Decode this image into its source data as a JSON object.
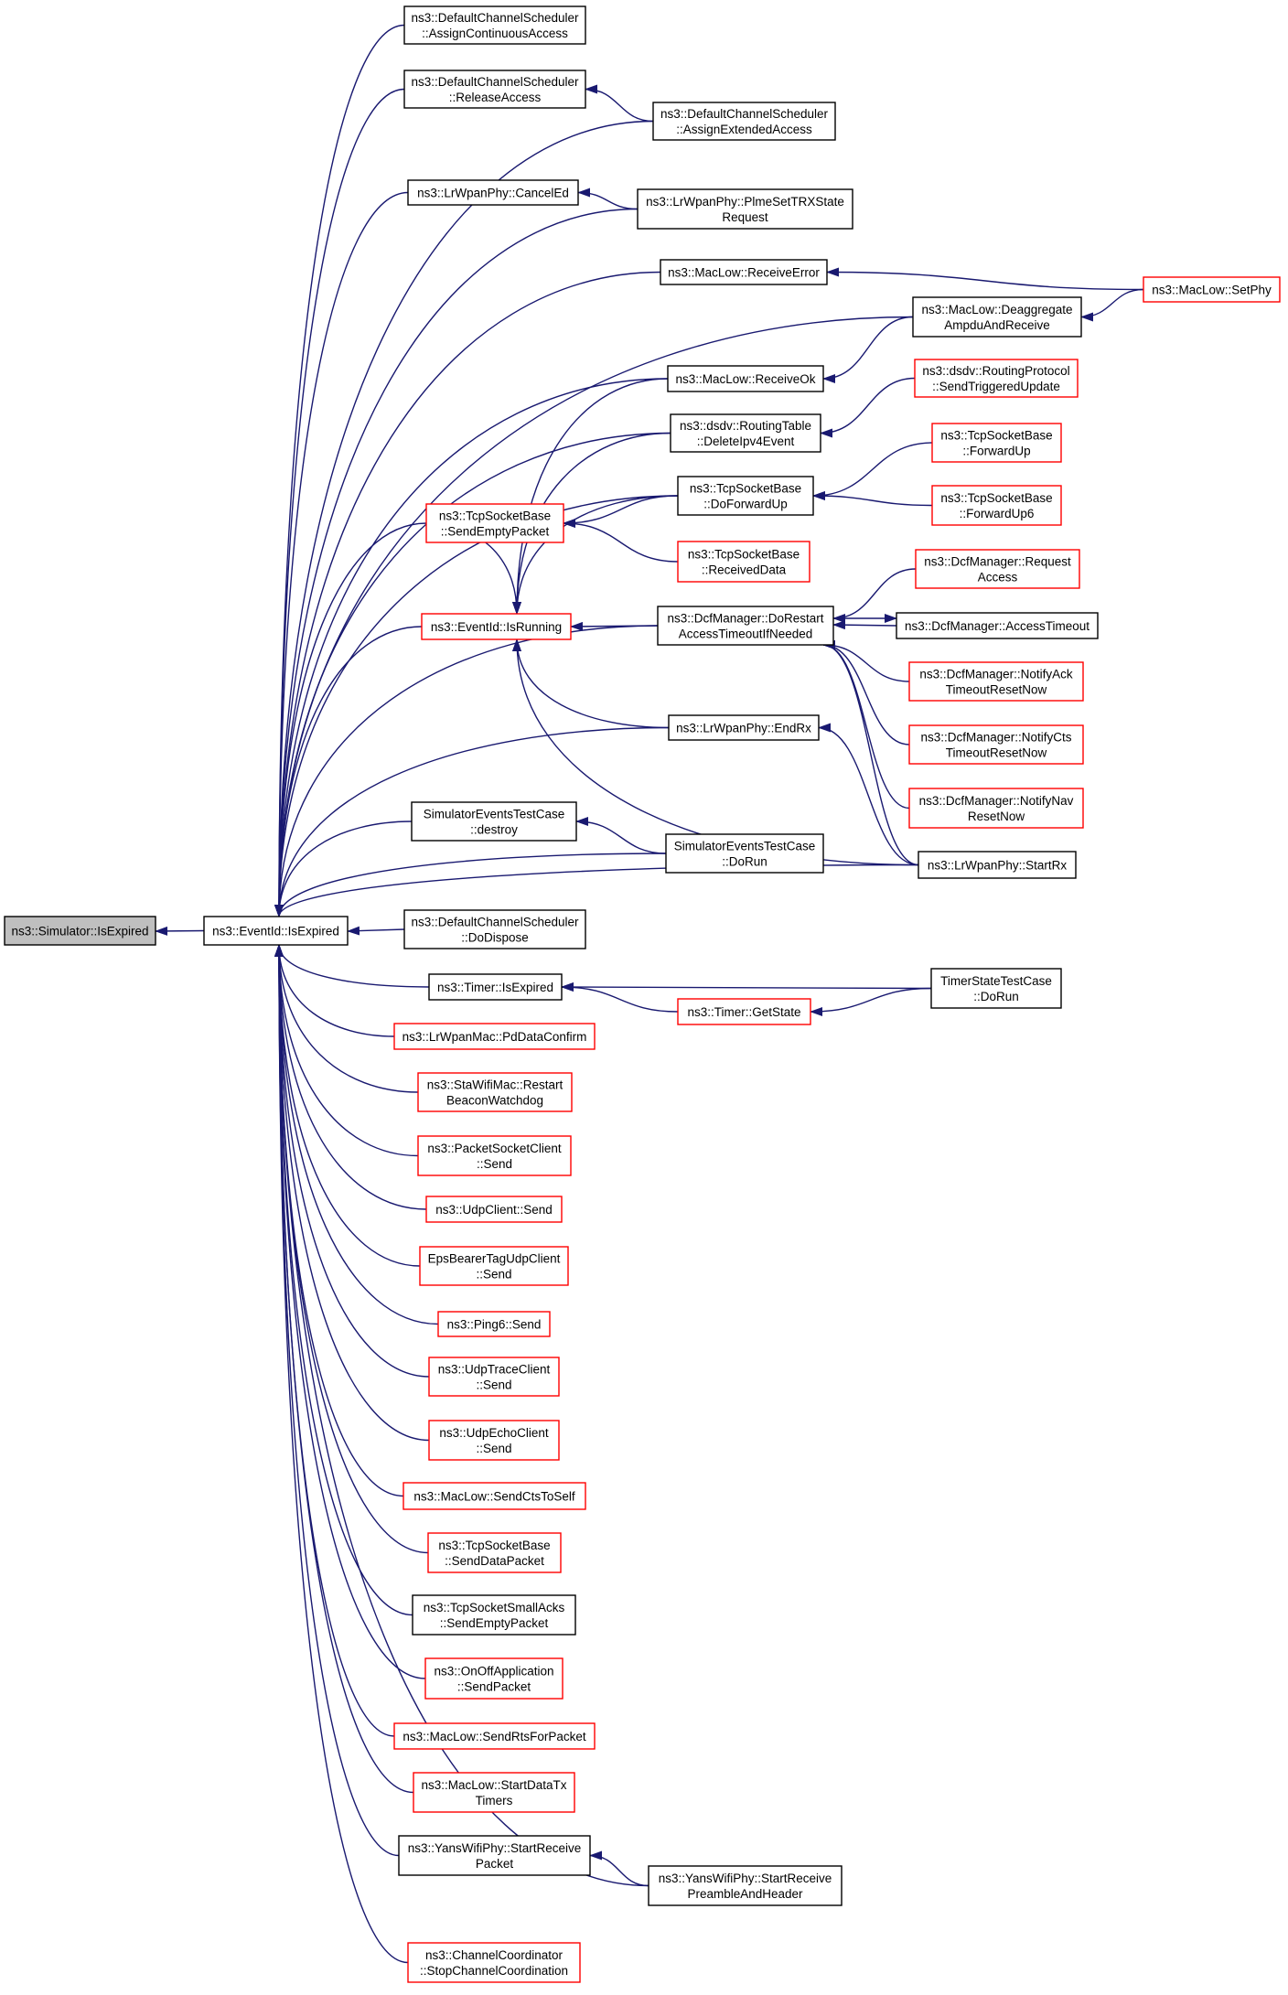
{
  "colors": {
    "edge": "#191970",
    "border_default": "#000000",
    "border_truncated": "#ff0000",
    "root_fill": "#bfbfbf"
  },
  "nodes": [
    {
      "id": "root",
      "lines": [
        "ns3::Simulator::IsExpired"
      ],
      "style": "root"
    },
    {
      "id": "eventid-isexpired",
      "lines": [
        "ns3::EventId::IsExpired"
      ],
      "style": "plain"
    },
    {
      "id": "dcs-assigncontinuous",
      "lines": [
        "ns3::DefaultChannelScheduler",
        "::AssignContinuousAccess"
      ],
      "style": "plain"
    },
    {
      "id": "dcs-releaseaccess",
      "lines": [
        "ns3::DefaultChannelScheduler",
        "::ReleaseAccess"
      ],
      "style": "plain"
    },
    {
      "id": "dcs-assignextended",
      "lines": [
        "ns3::DefaultChannelScheduler",
        "::AssignExtendedAccess"
      ],
      "style": "plain"
    },
    {
      "id": "lrwpan-canceled",
      "lines": [
        "ns3::LrWpanPhy::CancelEd"
      ],
      "style": "plain"
    },
    {
      "id": "lrwpan-plmeset",
      "lines": [
        "ns3::LrWpanPhy::PlmeSetTRXState",
        "Request"
      ],
      "style": "plain"
    },
    {
      "id": "maclow-receiveerror",
      "lines": [
        "ns3::MacLow::ReceiveError"
      ],
      "style": "plain"
    },
    {
      "id": "maclow-setphy",
      "lines": [
        "ns3::MacLow::SetPhy"
      ],
      "style": "red"
    },
    {
      "id": "maclow-deaggregate",
      "lines": [
        "ns3::MacLow::Deaggregate",
        "AmpduAndReceive"
      ],
      "style": "plain"
    },
    {
      "id": "maclow-receiveok",
      "lines": [
        "ns3::MacLow::ReceiveOk"
      ],
      "style": "plain"
    },
    {
      "id": "dsdv-sendtriggered",
      "lines": [
        "ns3::dsdv::RoutingProtocol",
        "::SendTriggeredUpdate"
      ],
      "style": "red"
    },
    {
      "id": "dsdv-deleteipv4",
      "lines": [
        "ns3::dsdv::RoutingTable",
        "::DeleteIpv4Event"
      ],
      "style": "plain"
    },
    {
      "id": "tcp-forwardup",
      "lines": [
        "ns3::TcpSocketBase",
        "::ForwardUp"
      ],
      "style": "red"
    },
    {
      "id": "tcp-sendempty",
      "lines": [
        "ns3::TcpSocketBase",
        "::SendEmptyPacket"
      ],
      "style": "red"
    },
    {
      "id": "tcp-doforwardup",
      "lines": [
        "ns3::TcpSocketBase",
        "::DoForwardUp"
      ],
      "style": "plain"
    },
    {
      "id": "tcp-forwardup6",
      "lines": [
        "ns3::TcpSocketBase",
        "::ForwardUp6"
      ],
      "style": "red"
    },
    {
      "id": "tcp-receiveddata",
      "lines": [
        "ns3::TcpSocketBase",
        "::ReceivedData"
      ],
      "style": "red"
    },
    {
      "id": "dcf-requestaccess",
      "lines": [
        "ns3::DcfManager::Request",
        "Access"
      ],
      "style": "red"
    },
    {
      "id": "eventid-isrunning",
      "lines": [
        "ns3::EventId::IsRunning"
      ],
      "style": "red"
    },
    {
      "id": "dcf-dorestart",
      "lines": [
        "ns3::DcfManager::DoRestart",
        "AccessTimeoutIfNeeded"
      ],
      "style": "plain"
    },
    {
      "id": "dcf-accesstimeout",
      "lines": [
        "ns3::DcfManager::AccessTimeout"
      ],
      "style": "plain"
    },
    {
      "id": "dcf-notifyack",
      "lines": [
        "ns3::DcfManager::NotifyAck",
        "TimeoutResetNow"
      ],
      "style": "red"
    },
    {
      "id": "lrwpan-endrx",
      "lines": [
        "ns3::LrWpanPhy::EndRx"
      ],
      "style": "plain"
    },
    {
      "id": "dcf-notifycts",
      "lines": [
        "ns3::DcfManager::NotifyCts",
        "TimeoutResetNow"
      ],
      "style": "red"
    },
    {
      "id": "simtest-destroy",
      "lines": [
        "SimulatorEventsTestCase",
        "::destroy"
      ],
      "style": "plain"
    },
    {
      "id": "dcf-notifynav",
      "lines": [
        "ns3::DcfManager::NotifyNav",
        "ResetNow"
      ],
      "style": "red"
    },
    {
      "id": "simtest-dorun",
      "lines": [
        "SimulatorEventsTestCase",
        "::DoRun"
      ],
      "style": "plain"
    },
    {
      "id": "lrwpan-startrx",
      "lines": [
        "ns3::LrWpanPhy::StartRx"
      ],
      "style": "plain"
    },
    {
      "id": "dcs-dodispose",
      "lines": [
        "ns3::DefaultChannelScheduler",
        "::DoDispose"
      ],
      "style": "plain"
    },
    {
      "id": "timer-isexpired",
      "lines": [
        "ns3::Timer::IsExpired"
      ],
      "style": "plain"
    },
    {
      "id": "timerstate-dorun",
      "lines": [
        "TimerStateTestCase",
        "::DoRun"
      ],
      "style": "plain"
    },
    {
      "id": "timer-getstate",
      "lines": [
        "ns3::Timer::GetState"
      ],
      "style": "red"
    },
    {
      "id": "lrwpanmac-pddata",
      "lines": [
        "ns3::LrWpanMac::PdDataConfirm"
      ],
      "style": "red"
    },
    {
      "id": "stawifi-restart",
      "lines": [
        "ns3::StaWifiMac::Restart",
        "BeaconWatchdog"
      ],
      "style": "red"
    },
    {
      "id": "packetsocket-send",
      "lines": [
        "ns3::PacketSocketClient",
        "::Send"
      ],
      "style": "red"
    },
    {
      "id": "udpclient-send",
      "lines": [
        "ns3::UdpClient::Send"
      ],
      "style": "red"
    },
    {
      "id": "epsbearer-send",
      "lines": [
        "EpsBearerTagUdpClient",
        "::Send"
      ],
      "style": "red"
    },
    {
      "id": "ping6-send",
      "lines": [
        "ns3::Ping6::Send"
      ],
      "style": "red"
    },
    {
      "id": "udptrace-send",
      "lines": [
        "ns3::UdpTraceClient",
        "::Send"
      ],
      "style": "red"
    },
    {
      "id": "udpecho-send",
      "lines": [
        "ns3::UdpEchoClient",
        "::Send"
      ],
      "style": "red"
    },
    {
      "id": "maclow-sendcts",
      "lines": [
        "ns3::MacLow::SendCtsToSelf"
      ],
      "style": "red"
    },
    {
      "id": "tcp-senddata",
      "lines": [
        "ns3::TcpSocketBase",
        "::SendDataPacket"
      ],
      "style": "red"
    },
    {
      "id": "tcpsmall-sendempty",
      "lines": [
        "ns3::TcpSocketSmallAcks",
        "::SendEmptyPacket"
      ],
      "style": "plain"
    },
    {
      "id": "onoff-sendpacket",
      "lines": [
        "ns3::OnOffApplication",
        "::SendPacket"
      ],
      "style": "red"
    },
    {
      "id": "maclow-sendrts",
      "lines": [
        "ns3::MacLow::SendRtsForPacket"
      ],
      "style": "red"
    },
    {
      "id": "maclow-startdatatx",
      "lines": [
        "ns3::MacLow::StartDataTx",
        "Timers"
      ],
      "style": "red"
    },
    {
      "id": "yans-startreceivepacket",
      "lines": [
        "ns3::YansWifiPhy::StartReceive",
        "Packet"
      ],
      "style": "plain"
    },
    {
      "id": "yans-startreceivepreamble",
      "lines": [
        "ns3::YansWifiPhy::StartReceive",
        "PreambleAndHeader"
      ],
      "style": "plain"
    },
    {
      "id": "chcoord-stop",
      "lines": [
        "ns3::ChannelCoordinator",
        "::StopChannelCoordination"
      ],
      "style": "red"
    }
  ],
  "edges": [
    {
      "from": "eventid-isexpired",
      "to": "root"
    },
    {
      "from": "dcs-assigncontinuous",
      "to": "eventid-isexpired"
    },
    {
      "from": "dcs-releaseaccess",
      "to": "eventid-isexpired"
    },
    {
      "from": "dcs-assignextended",
      "to": "eventid-isexpired"
    },
    {
      "from": "dcs-assignextended",
      "to": "dcs-releaseaccess"
    },
    {
      "from": "lrwpan-canceled",
      "to": "eventid-isexpired"
    },
    {
      "from": "lrwpan-plmeset",
      "to": "eventid-isexpired"
    },
    {
      "from": "lrwpan-plmeset",
      "to": "lrwpan-canceled"
    },
    {
      "from": "maclow-receiveerror",
      "to": "eventid-isexpired"
    },
    {
      "from": "maclow-setphy",
      "to": "maclow-receiveerror"
    },
    {
      "from": "maclow-setphy",
      "to": "maclow-deaggregate"
    },
    {
      "from": "maclow-deaggregate",
      "to": "eventid-isexpired"
    },
    {
      "from": "maclow-deaggregate",
      "to": "maclow-receiveok"
    },
    {
      "from": "maclow-receiveok",
      "to": "eventid-isexpired"
    },
    {
      "from": "maclow-receiveok",
      "to": "eventid-isrunning"
    },
    {
      "from": "dsdv-sendtriggered",
      "to": "dsdv-deleteipv4"
    },
    {
      "from": "dsdv-deleteipv4",
      "to": "eventid-isexpired"
    },
    {
      "from": "dsdv-deleteipv4",
      "to": "eventid-isrunning"
    },
    {
      "from": "tcp-forwardup",
      "to": "tcp-doforwardup"
    },
    {
      "from": "tcp-forwardup6",
      "to": "tcp-doforwardup"
    },
    {
      "from": "tcp-doforwardup",
      "to": "eventid-isexpired"
    },
    {
      "from": "tcp-doforwardup",
      "to": "tcp-sendempty"
    },
    {
      "from": "tcp-doforwardup",
      "to": "eventid-isrunning"
    },
    {
      "from": "tcp-receiveddata",
      "to": "tcp-sendempty"
    },
    {
      "from": "tcp-sendempty",
      "to": "eventid-isexpired"
    },
    {
      "from": "tcp-sendempty",
      "to": "eventid-isrunning"
    },
    {
      "from": "eventid-isrunning",
      "to": "eventid-isexpired"
    },
    {
      "from": "dcf-dorestart",
      "to": "eventid-isrunning"
    },
    {
      "from": "dcf-dorestart",
      "to": "eventid-isexpired"
    },
    {
      "from": "dcf-requestaccess",
      "to": "dcf-dorestart"
    },
    {
      "from": "dcf-accesstimeout",
      "to": "dcf-dorestart"
    },
    {
      "from": "dcf-dorestart",
      "to": "dcf-accesstimeout"
    },
    {
      "from": "dcf-notifyack",
      "to": "dcf-dorestart"
    },
    {
      "from": "dcf-notifycts",
      "to": "dcf-dorestart"
    },
    {
      "from": "dcf-notifynav",
      "to": "dcf-dorestart"
    },
    {
      "from": "lrwpan-startrx",
      "to": "dcf-dorestart"
    },
    {
      "from": "lrwpan-endrx",
      "to": "eventid-isexpired"
    },
    {
      "from": "lrwpan-endrx",
      "to": "eventid-isrunning"
    },
    {
      "from": "lrwpan-startrx",
      "to": "lrwpan-endrx"
    },
    {
      "from": "lrwpan-startrx",
      "to": "eventid-isrunning"
    },
    {
      "from": "lrwpan-startrx",
      "to": "eventid-isexpired"
    },
    {
      "from": "simtest-destroy",
      "to": "eventid-isexpired"
    },
    {
      "from": "simtest-dorun",
      "to": "simtest-destroy"
    },
    {
      "from": "simtest-dorun",
      "to": "eventid-isexpired"
    },
    {
      "from": "dcs-dodispose",
      "to": "eventid-isexpired"
    },
    {
      "from": "timer-isexpired",
      "to": "eventid-isexpired"
    },
    {
      "from": "timerstate-dorun",
      "to": "timer-isexpired"
    },
    {
      "from": "timerstate-dorun",
      "to": "timer-getstate"
    },
    {
      "from": "timer-getstate",
      "to": "timer-isexpired"
    },
    {
      "from": "lrwpanmac-pddata",
      "to": "eventid-isexpired"
    },
    {
      "from": "stawifi-restart",
      "to": "eventid-isexpired"
    },
    {
      "from": "packetsocket-send",
      "to": "eventid-isexpired"
    },
    {
      "from": "udpclient-send",
      "to": "eventid-isexpired"
    },
    {
      "from": "epsbearer-send",
      "to": "eventid-isexpired"
    },
    {
      "from": "ping6-send",
      "to": "eventid-isexpired"
    },
    {
      "from": "udptrace-send",
      "to": "eventid-isexpired"
    },
    {
      "from": "udpecho-send",
      "to": "eventid-isexpired"
    },
    {
      "from": "maclow-sendcts",
      "to": "eventid-isexpired"
    },
    {
      "from": "tcp-senddata",
      "to": "eventid-isexpired"
    },
    {
      "from": "tcpsmall-sendempty",
      "to": "eventid-isexpired"
    },
    {
      "from": "onoff-sendpacket",
      "to": "eventid-isexpired"
    },
    {
      "from": "maclow-sendrts",
      "to": "eventid-isexpired"
    },
    {
      "from": "maclow-startdatatx",
      "to": "eventid-isexpired"
    },
    {
      "from": "yans-startreceivepacket",
      "to": "eventid-isexpired"
    },
    {
      "from": "yans-startreceivepreamble",
      "to": "yans-startreceivepacket"
    },
    {
      "from": "yans-startreceivepreamble",
      "to": "eventid-isexpired"
    },
    {
      "from": "chcoord-stop",
      "to": "eventid-isexpired"
    }
  ]
}
